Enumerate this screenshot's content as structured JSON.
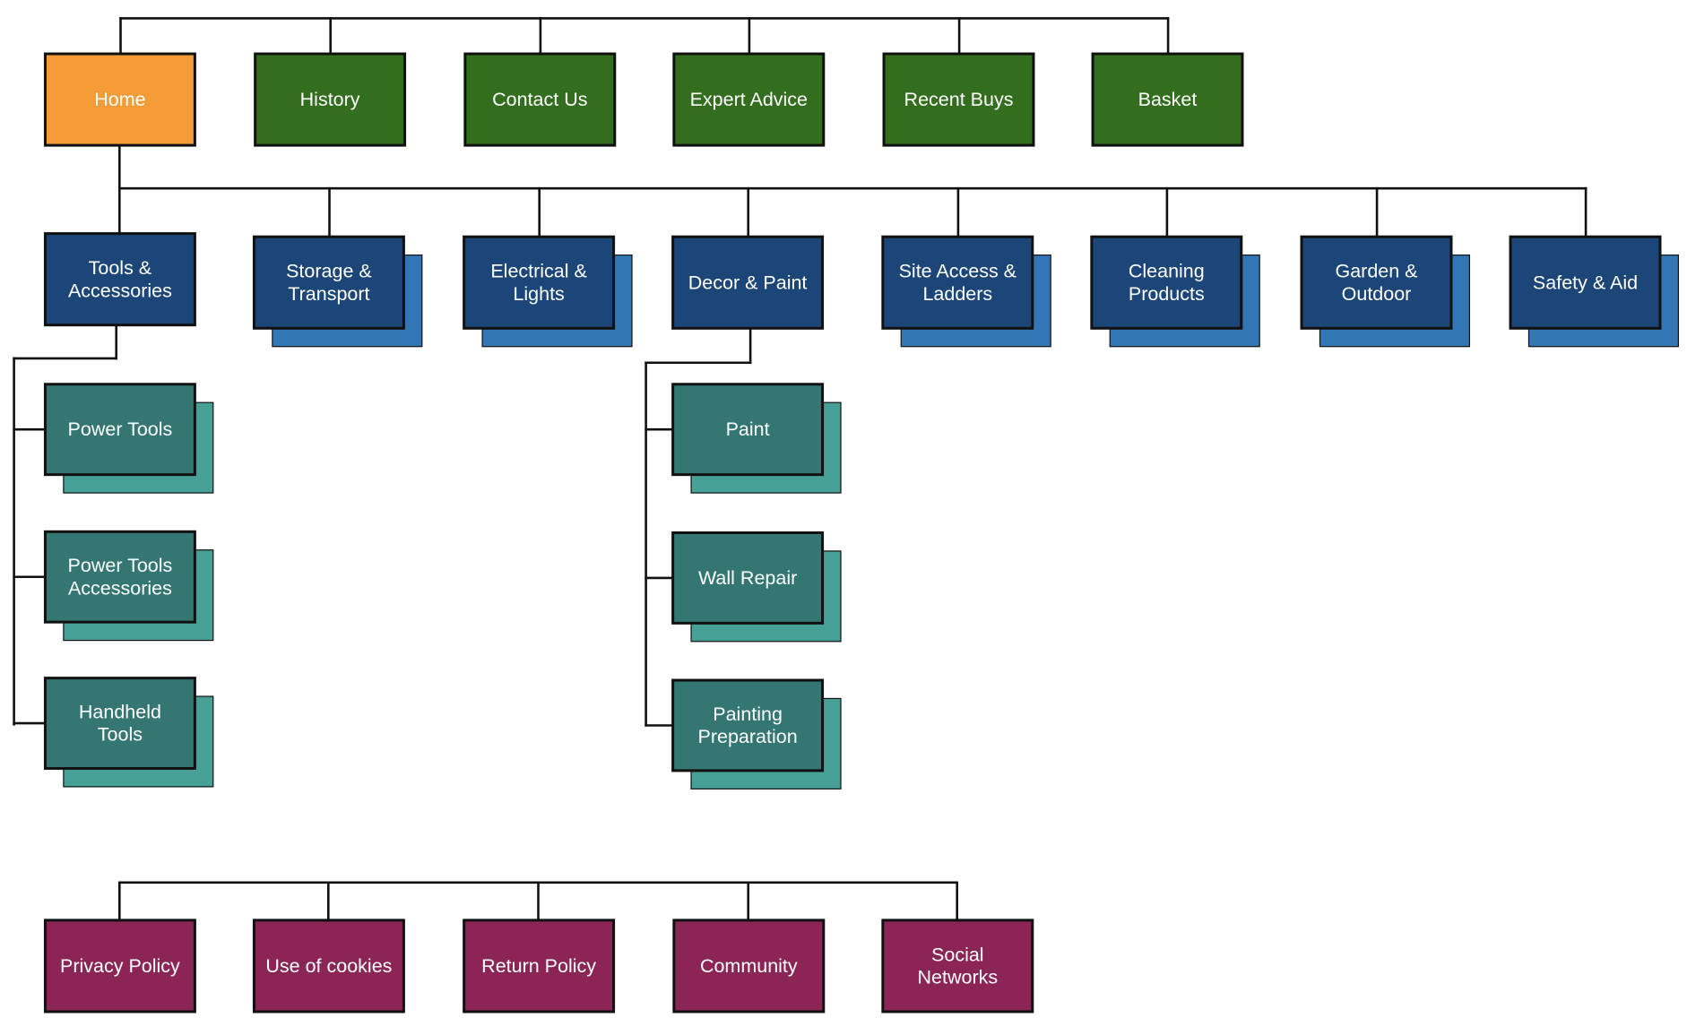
{
  "colors": {
    "home": "#f39c37",
    "nav": "#336e1f",
    "category": "#1c4677",
    "category_stack": "#3276b6",
    "sub": "#347772",
    "sub_stack": "#46a096",
    "footer": "#8a2555",
    "border": "#111111",
    "line": "#111111"
  },
  "nav": [
    {
      "id": "home",
      "label": "Home"
    },
    {
      "id": "history",
      "label": "History"
    },
    {
      "id": "contact-us",
      "label": "Contact Us"
    },
    {
      "id": "expert-advice",
      "label": "Expert Advice"
    },
    {
      "id": "recent-buys",
      "label": "Recent Buys"
    },
    {
      "id": "basket",
      "label": "Basket"
    }
  ],
  "categories": [
    {
      "id": "tools-accessories",
      "label": [
        "Tools &",
        "Accessories"
      ]
    },
    {
      "id": "storage-transport",
      "label": [
        "Storage &",
        "Transport"
      ]
    },
    {
      "id": "electrical-lights",
      "label": [
        "Electrical &",
        "Lights"
      ]
    },
    {
      "id": "decor-paint",
      "label": [
        "Decor & Paint"
      ]
    },
    {
      "id": "site-access-ladders",
      "label": [
        "Site Access &",
        "Ladders"
      ]
    },
    {
      "id": "cleaning-products",
      "label": [
        "Cleaning",
        "Products"
      ]
    },
    {
      "id": "garden-outdoor",
      "label": [
        "Garden &",
        "Outdoor"
      ]
    },
    {
      "id": "safety-aid",
      "label": [
        "Safety & Aid"
      ]
    }
  ],
  "tools_children": [
    {
      "id": "power-tools",
      "label": [
        "Power Tools"
      ]
    },
    {
      "id": "power-tools-accessories",
      "label": [
        "Power Tools",
        "Accessories"
      ]
    },
    {
      "id": "handheld-tools",
      "label": [
        "Handheld",
        "Tools"
      ]
    }
  ],
  "decor_children": [
    {
      "id": "paint",
      "label": [
        "Paint"
      ]
    },
    {
      "id": "wall-repair",
      "label": [
        "Wall Repair"
      ]
    },
    {
      "id": "painting-preparation",
      "label": [
        "Painting",
        "Preparation"
      ]
    }
  ],
  "footer": [
    {
      "id": "privacy-policy",
      "label": [
        "Privacy Policy"
      ]
    },
    {
      "id": "use-of-cookies",
      "label": [
        "Use of cookies"
      ]
    },
    {
      "id": "return-policy",
      "label": [
        "Return Policy"
      ]
    },
    {
      "id": "community",
      "label": [
        "Community"
      ]
    },
    {
      "id": "social-networks",
      "label": [
        "Social",
        "Networks"
      ]
    }
  ]
}
